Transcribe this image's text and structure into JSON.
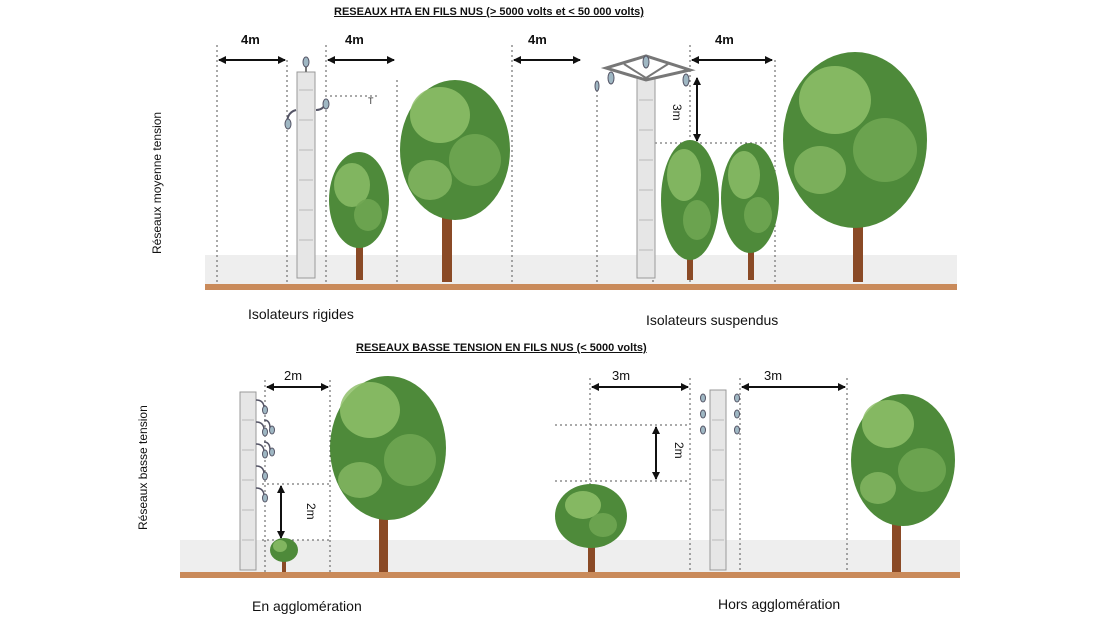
{
  "top_section": {
    "title": "RESEAUX HTA EN FILS NUS (> 5000 volts et < 50 000 volts)",
    "side_label": "Réseaux moyenne tension",
    "left_caption": "Isolateurs rigides",
    "right_caption": "Isolateurs suspendus",
    "dims": {
      "d1": "4m",
      "d2": "4m",
      "d3": "4m",
      "d4": "4m",
      "vertical": "3m"
    }
  },
  "bottom_section": {
    "title": "RESEAUX BASSE TENSION EN FILS NUS (< 5000 volts)",
    "side_label": "Réseaux basse tension",
    "left_caption": "En agglomération",
    "right_caption": "Hors agglomération",
    "dims": {
      "d1": "2m",
      "d2": "3m",
      "d3": "3m",
      "v1": "2m",
      "v2": "2m"
    }
  },
  "colors": {
    "ground": "#c98a5a",
    "ground_shadow": "#eeeeee",
    "foliage_dark": "#4e8a3a",
    "foliage_light": "#8fbf6a",
    "trunk": "#8a4a26",
    "pole": "#e3e3e3"
  }
}
